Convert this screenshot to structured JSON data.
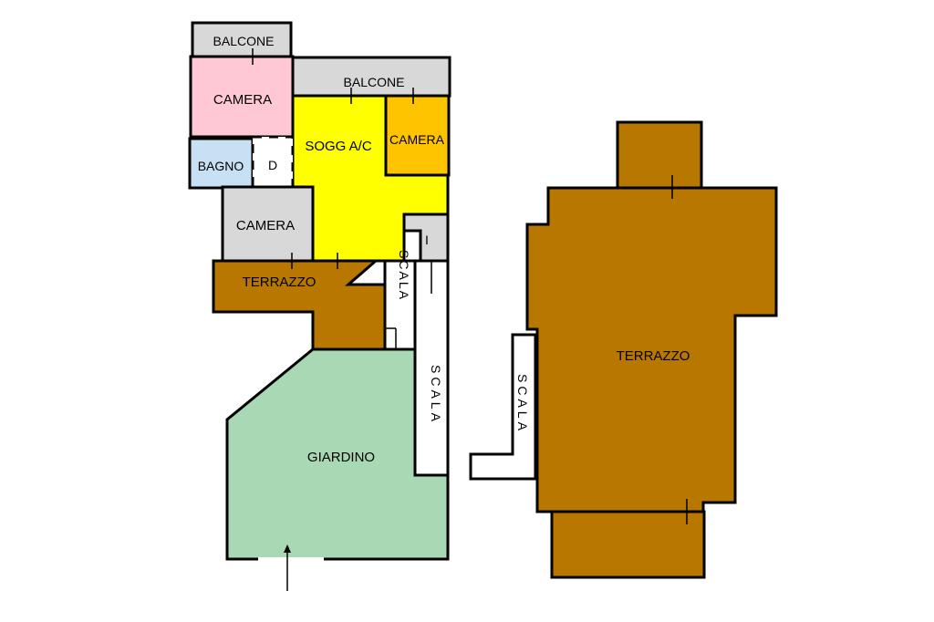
{
  "floor_plan": {
    "colors": {
      "terrace": "#b87800",
      "balcony": "#d8d8d8",
      "bedroom_pink": "#ffc8d4",
      "bedroom_orange": "#ffc400",
      "bathroom": "#c8e0f4",
      "living": "#ffff00",
      "bedroom_grey": "#d8d8d8",
      "garden": "#a8d8b4",
      "stair": "#ffffff",
      "wall": "#000000"
    },
    "rooms": {
      "balcone_top": "BALCONE",
      "camera_pink": "CAMERA",
      "balcone_mid": "BALCONE",
      "sogg_ac": "SOGG A/C",
      "camera_orange": "CAMERA",
      "bagno": "BAGNO",
      "disimpegno": "D",
      "camera_grey": "CAMERA",
      "ingresso": "I",
      "terrazzo_small": "TERRAZZO",
      "scala_inner": "SCALA",
      "scala_outer": "SCALA",
      "giardino": "GIARDINO"
    },
    "roof": {
      "terrazzo": "TERRAZZO",
      "scala": "SCALA"
    }
  }
}
